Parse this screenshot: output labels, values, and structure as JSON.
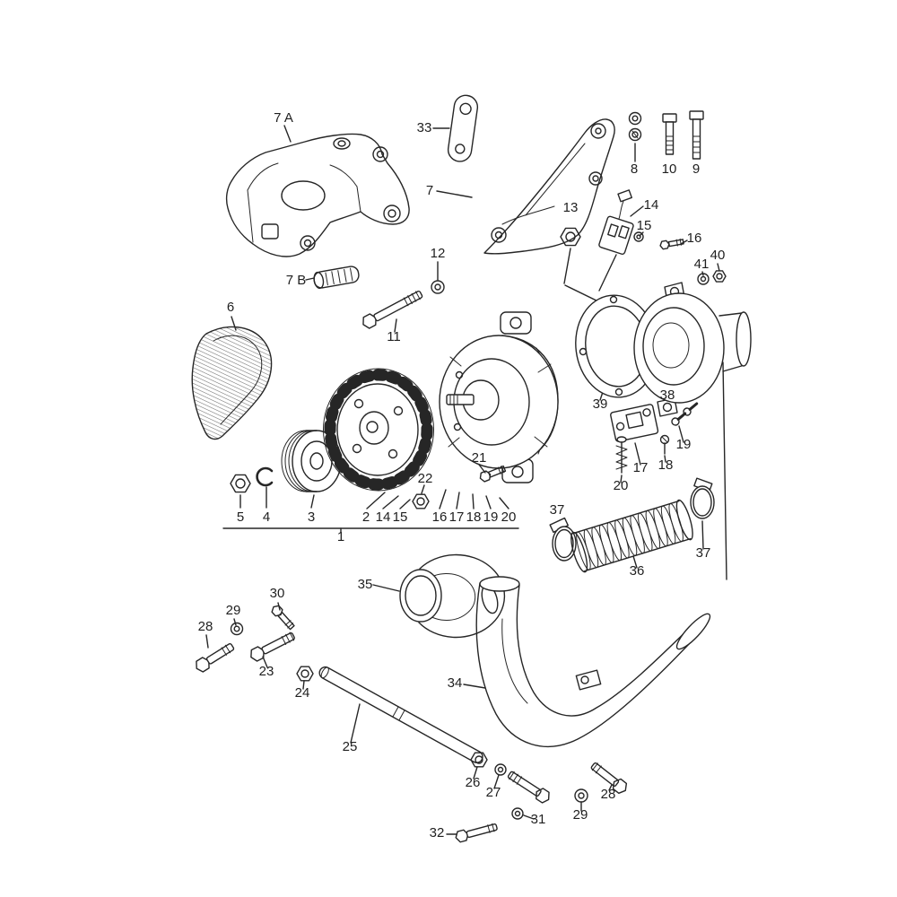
{
  "diagram": {
    "kind": "exploded-parts-diagram",
    "colors": {
      "background": "#ffffff",
      "line": "#262626"
    }
  },
  "labels": {
    "l7a": "7 A",
    "l33": "33",
    "l8": "8",
    "l10": "10",
    "l9": "9",
    "l7": "7",
    "l13": "13",
    "l14": "14",
    "l15": "15",
    "l16": "16",
    "l41": "41",
    "l40": "40",
    "l7b": "7 B",
    "l12": "12",
    "l11": "11",
    "l6": "6",
    "l39": "39",
    "l38": "38",
    "l21": "21",
    "l22": "22",
    "l19": "19",
    "l17": "17",
    "l18": "18",
    "l20": "20",
    "l37a": "37",
    "l36": "36",
    "l37b": "37",
    "l5": "5",
    "l4": "4",
    "l3": "3",
    "b2": "2",
    "b14": "14",
    "b15": "15",
    "b16": "16",
    "b17": "17",
    "b18": "18",
    "b19": "19",
    "b20": "20",
    "l1": "1",
    "l35": "35",
    "l30": "30",
    "l29a": "29",
    "l28a": "28",
    "l23": "23",
    "l24": "24",
    "l25": "25",
    "l34": "34",
    "l26": "26",
    "l27": "27",
    "l31": "31",
    "l32": "32",
    "l29b": "29",
    "l28b": "28"
  }
}
